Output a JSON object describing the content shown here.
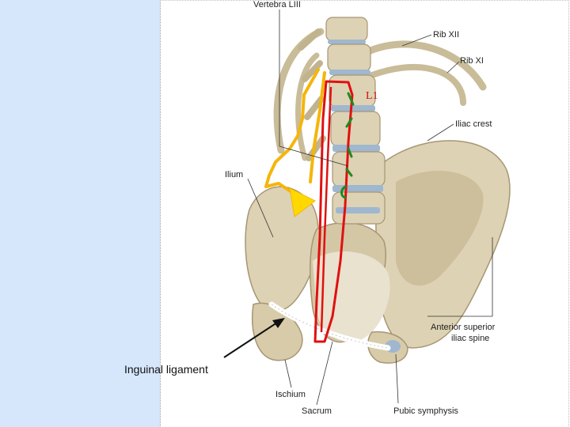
{
  "colors": {
    "left_panel": "#d6e6fb",
    "bone": "#ddd2b4",
    "bone_shadow": "#b9a987",
    "disc": "#9fb7cf",
    "red_outline": "#e01010",
    "yellow_arrow": "#f5b50a",
    "green_marks": "#1d8a1d",
    "ligament": "#ffffff"
  },
  "labels": {
    "vertebra": "Vertebra LIII",
    "rib12": "Rib XII",
    "rib11": "Rib XI",
    "iliac_crest": "Iliac crest",
    "ilium": "Ilium",
    "asis_line1": "Anterior superior",
    "asis_line2": "iliac spine",
    "ischium": "Ischium",
    "sacrum": "Sacrum",
    "pubic_symphysis": "Pubic symphysis",
    "level": "L1",
    "inguinal": "Inguinal ligament"
  }
}
